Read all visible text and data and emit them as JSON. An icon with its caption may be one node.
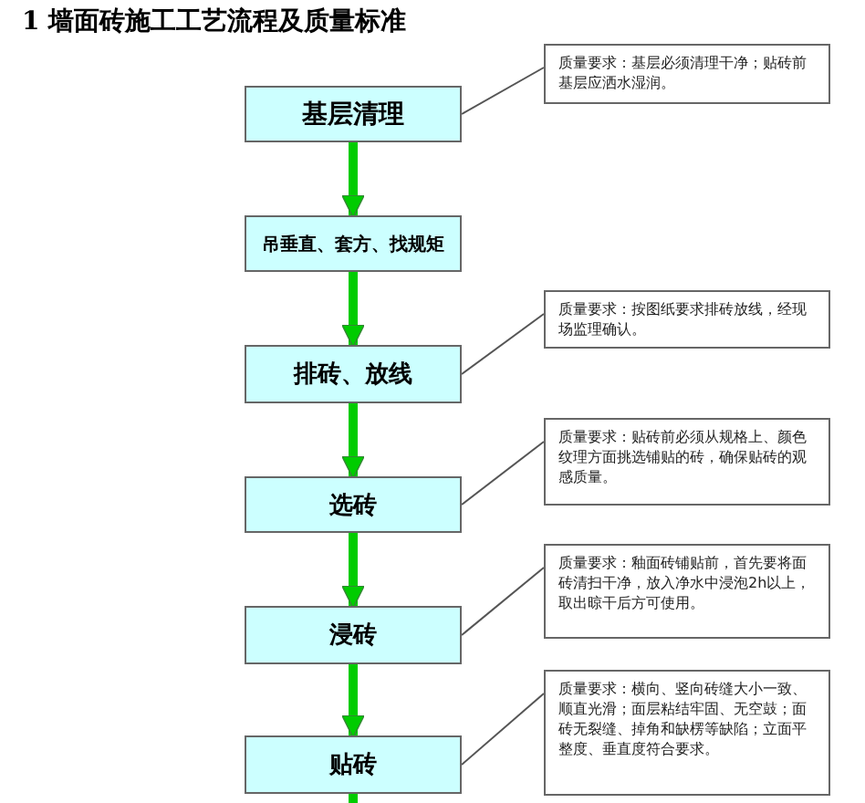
{
  "diagram": {
    "title": "1 墙面砖施工工艺流程及质量标准",
    "nodes": [
      {
        "text": [
          "基层清理"
        ]
      },
      {
        "text": [
          "质量要求：基层必须清理干净；贴砖前基层应洒水湿润。"
        ]
      },
      {
        "text": [
          "吊垂直、套方、找规矩"
        ]
      },
      {
        "text": [
          "排砖、放线"
        ]
      },
      {
        "text": [
          "质量要求：按图纸要求排砖放线，经现场监理确认。"
        ]
      },
      {
        "text": [
          "选砖"
        ]
      },
      {
        "text": [
          "质量要求：贴砖前必须从规格上、颜色纹理方面挑选铺贴的砖，确保贴砖的观感质量。"
        ]
      },
      {
        "text": [
          "浸砖"
        ]
      },
      {
        "text": [
          "质量要求：釉面砖铺贴前，首先要将面砖清扫干净，放入净水中浸泡2h以上，取出晾干后方可使用。"
        ]
      },
      {
        "text": [
          "贴砖"
        ]
      },
      {
        "text": [
          "质量要求：横向、竖向砖缝大小一致、顺直光滑；面层粘结牢固、无空鼓；面砖无裂缝、掉角和缺楞等缺陷；立面平整度、垂直度符合要求。"
        ]
      }
    ],
    "edges": [
      {
        "from": 0,
        "to": 2,
        "arrow": "to"
      },
      {
        "from": 2,
        "to": 3,
        "arrow": "to"
      },
      {
        "from": 3,
        "to": 5,
        "arrow": "to"
      },
      {
        "from": 5,
        "to": 7,
        "arrow": "to"
      },
      {
        "from": 7,
        "to": 9,
        "arrow": "to"
      },
      {
        "from": 9,
        "to": null,
        "arrow": "none"
      },
      {
        "from": 0,
        "to": 1,
        "arrow": "none",
        "color": "#555555"
      },
      {
        "from": 3,
        "to": 4,
        "arrow": "none",
        "color": "#555555"
      },
      {
        "from": 5,
        "to": 6,
        "arrow": "none",
        "color": "#555555"
      },
      {
        "from": 7,
        "to": 8,
        "arrow": "none",
        "color": "#555555"
      },
      {
        "from": 9,
        "to": 10,
        "arrow": "none",
        "color": "#555555"
      }
    ]
  }
}
